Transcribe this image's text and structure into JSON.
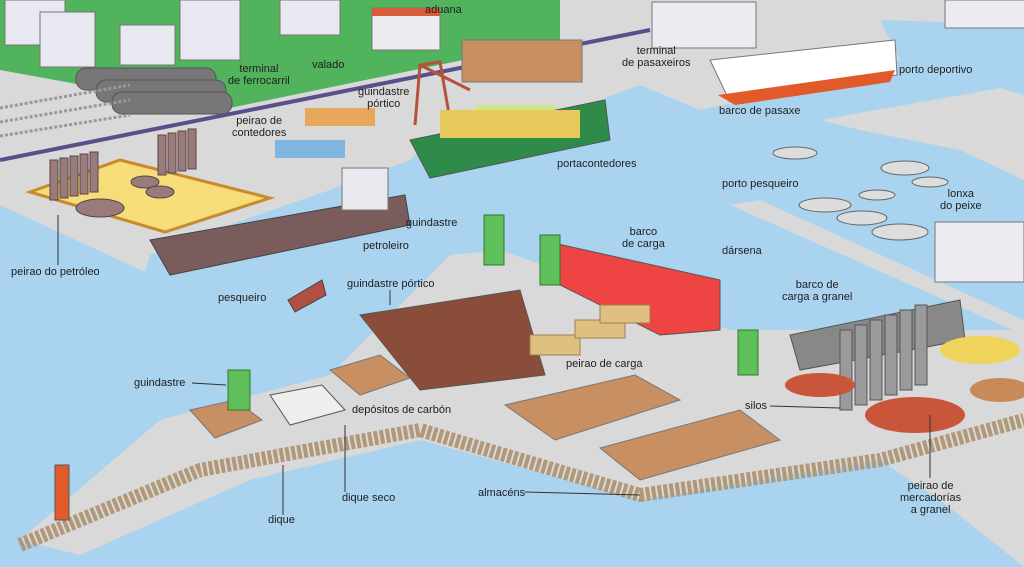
{
  "labels": {
    "aduana": "aduana",
    "terminal_ferrocarril_1": "terminal",
    "terminal_ferrocarril_2": "de ferrocarril",
    "valado": "valado",
    "terminal_pasaxeiros_1": "terminal",
    "terminal_pasaxeiros_2": "de pasaxeiros",
    "porto_deportivo": "porto deportivo",
    "guindastre_portico_top_1": "guindastre",
    "guindastre_portico_top_2": "pórtico",
    "peirao_contedores_1": "peirao de",
    "peirao_contedores_2": "contedores",
    "barco_pasaxe": "barco de pasaxe",
    "portacontedores": "portacontedores",
    "porto_pesqueiro": "porto pesqueiro",
    "lonxa_1": "lonxa",
    "lonxa_2": "do peixe",
    "guindastre_top": "guindastre",
    "petroleiro": "petroleiro",
    "barco_carga_1": "barco",
    "barco_carga_2": "de carga",
    "darsena": "dársena",
    "peirao_petroleo": "peirao do petróleo",
    "barco_granel_1": "barco de",
    "barco_granel_2": "carga a granel",
    "guindastre_portico_mid": "guindastre pórtico",
    "pesqueiro": "pesqueiro",
    "peirao_carga": "peirao de carga",
    "guindastre_left": "guindastre",
    "silos": "silos",
    "depositos_carbon": "depósitos de carbón",
    "dique_seco": "dique seco",
    "almacens": "almacéns",
    "dique": "dique",
    "peirao_granel_1": "peirao de",
    "peirao_granel_2": "mercadorías",
    "peirao_granel_3": "a granel"
  },
  "colors": {
    "water": "#a9d3ef",
    "land": "#d9d9d9",
    "green": "#4caf5a",
    "crane": "#5fbf5a"
  }
}
